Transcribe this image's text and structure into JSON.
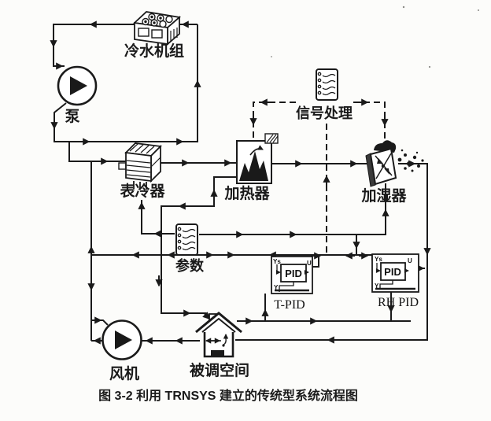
{
  "figure": {
    "caption": "图 3-2 利用 TRNSYS 建立的传统型系统流程图"
  },
  "nodes": {
    "chiller": {
      "label": "冷水机组"
    },
    "pump": {
      "label": "泵"
    },
    "cooling_coil": {
      "label": "表冷器"
    },
    "heater": {
      "label": "加热器"
    },
    "signal_processor": {
      "label": "信号处理"
    },
    "humidifier": {
      "label": "加湿器"
    },
    "parameters": {
      "label": "参数"
    },
    "t_pid": {
      "label": "T-PID",
      "box_label": "PID",
      "ports": {
        "setpoint": "Ys",
        "output": "U",
        "feedback": "Y"
      }
    },
    "rh_pid": {
      "label": "RH PID",
      "box_label": "PID",
      "ports": {
        "setpoint": "Ys",
        "output": "U",
        "feedback": "Y"
      }
    },
    "fan": {
      "label": "风机"
    },
    "conditioned_space": {
      "label": "被调空间"
    }
  },
  "colors": {
    "ink": "#1a1a1a",
    "paper": "#fcfcfa"
  }
}
